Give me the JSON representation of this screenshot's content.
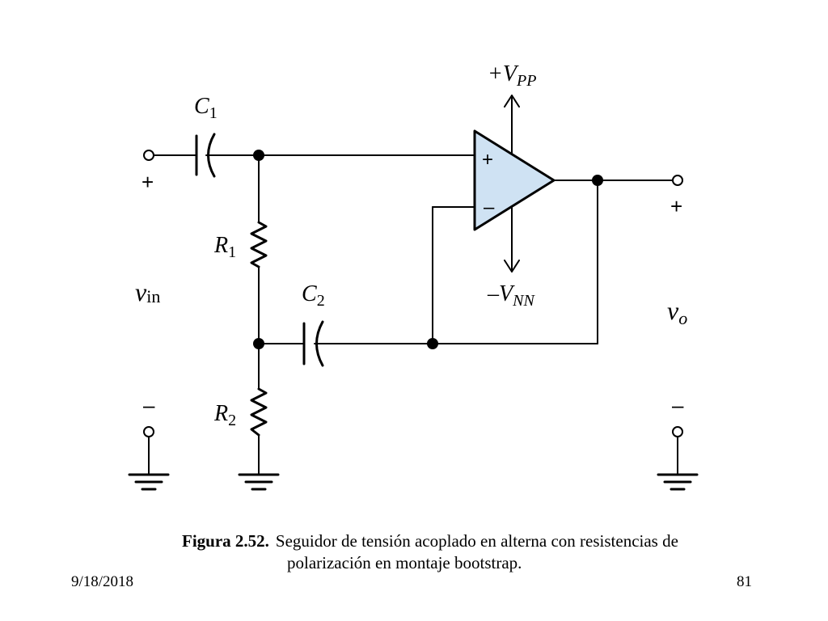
{
  "labels": {
    "c1": "C",
    "c1_sub": "1",
    "c2": "C",
    "c2_sub": "2",
    "r1": "R",
    "r1_sub": "1",
    "r2": "R",
    "r2_sub": "2",
    "vpp": "+V",
    "vpp_sub": "PP",
    "vnn": "–V",
    "vnn_sub": "NN",
    "vin": "v",
    "vin_sub": "in",
    "vo": "v",
    "vo_sub": "o",
    "in_plus": "+",
    "in_minus": "–",
    "out_plus": "+",
    "out_minus": "–",
    "opamp_plus": "+",
    "opamp_minus": "–"
  },
  "caption": {
    "figure": "Figura 2.52.",
    "line1": "Seguidor de tensión acoplado en alterna con resistencias de",
    "line2": "polarización en montaje bootstrap."
  },
  "footer": {
    "date": "9/18/2018",
    "page": "81"
  },
  "colors": {
    "opamp_fill": "#cfe2f3",
    "wire": "#000000"
  }
}
